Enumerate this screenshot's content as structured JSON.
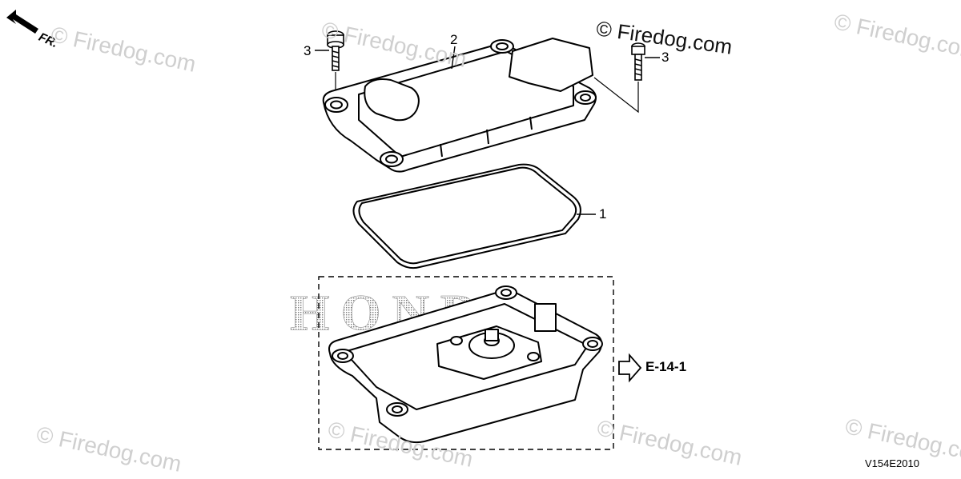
{
  "direction_label": "FR.",
  "brand_watermark": "HONDA",
  "watermark_text": "© Firedog.com",
  "callouts": {
    "gasket": "1",
    "cover": "2",
    "bolt_left": "3",
    "bolt_right": "3"
  },
  "reference": "E-14-1",
  "diagram_code": "V154E2010",
  "colors": {
    "line": "#000000",
    "stipple": "#7a7a7a",
    "watermark": "#cfcfcf"
  }
}
